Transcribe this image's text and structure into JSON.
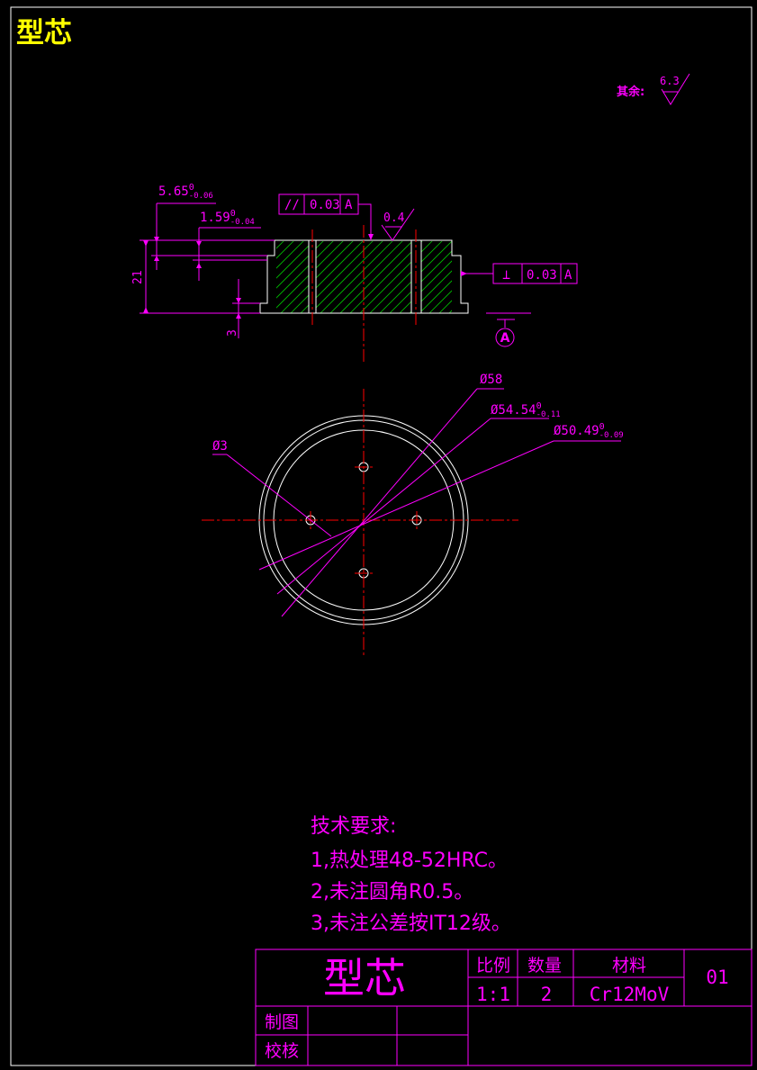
{
  "sheet_title": "型芯",
  "roughness_note": {
    "label": "其余:",
    "value": "6.3"
  },
  "section_view": {
    "dims": {
      "d1_base": "5.65",
      "d1_sup": "0",
      "d1_sub": "-0.06",
      "d2_base": "1.59",
      "d2_sup": "0",
      "d2_sub": "-0.04",
      "height": "21",
      "step": "3"
    },
    "parallel_tol": {
      "symbol": "//",
      "value": "0.03",
      "datum": "A"
    },
    "perp_tol": {
      "symbol": "⊥",
      "value": "0.03",
      "datum": "A"
    },
    "surface_roughness": "0.4",
    "datum_label": "A"
  },
  "plan_view": {
    "d58": "Ø58",
    "d54_base": "Ø54.54",
    "d54_sup": "0",
    "d54_sub": "-0.11",
    "d50_base": "Ø50.49",
    "d50_sup": "0",
    "d50_sub": "-0.09",
    "d3": "Ø3"
  },
  "tech_requirements": {
    "heading": "技术要求:",
    "items": [
      "1,热处理48-52HRC。",
      "2,未注圆角R0.5。",
      "3,未注公差按IT12级。"
    ]
  },
  "title_block": {
    "name": "型芯",
    "scale_label": "比例",
    "scale_value": "1:1",
    "qty_label": "数量",
    "qty_value": "2",
    "material_label": "材料",
    "material_value": "Cr12MoV",
    "drawing_no": "01",
    "drawn_label": "制图",
    "checked_label": "校核"
  },
  "colors": {
    "magenta": "#ff00ff",
    "yellow": "#ffff00",
    "red": "#ff0000",
    "green": "#00c000",
    "white": "#ffffff"
  }
}
